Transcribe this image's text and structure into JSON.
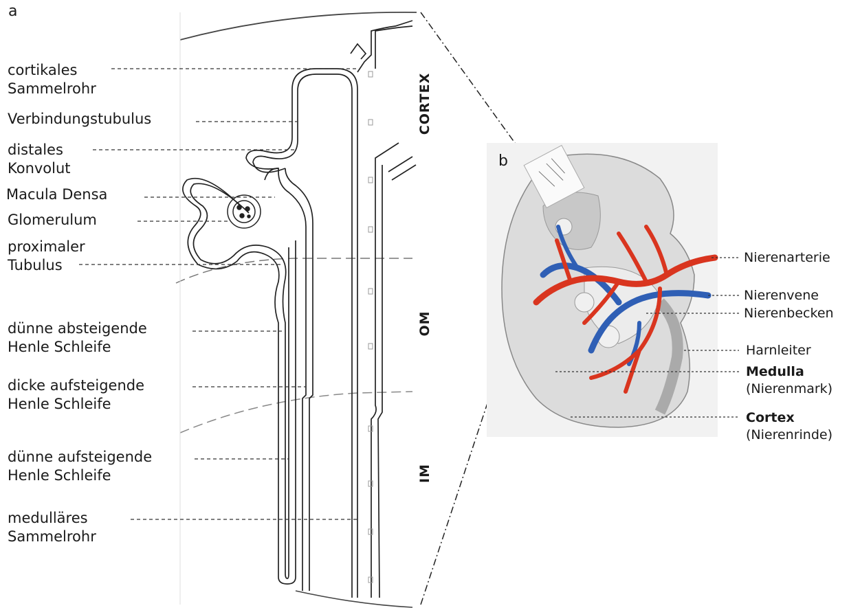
{
  "panel_a": {
    "letter": "a",
    "labels": [
      {
        "lines": [
          "cortikales",
          "Sammelrohr"
        ]
      },
      {
        "lines": [
          "Verbindungstubulus"
        ]
      },
      {
        "lines": [
          "distales",
          "Konvolut"
        ]
      },
      {
        "lines": [
          "Macula Densa"
        ]
      },
      {
        "lines": [
          "Glomerulum"
        ]
      },
      {
        "lines": [
          "proximaler",
          "Tubulus"
        ]
      },
      {
        "lines": [
          "dünne absteigende",
          "Henle Schleife"
        ]
      },
      {
        "lines": [
          "dicke aufsteigende",
          "Henle Schleife"
        ]
      },
      {
        "lines": [
          "dünne aufsteigende",
          "Henle Schleife"
        ]
      },
      {
        "lines": [
          "medulläres",
          "Sammelrohr"
        ]
      }
    ],
    "zones": [
      "CORTEX",
      "OM",
      "IM"
    ]
  },
  "panel_b": {
    "letter": "b",
    "labels": {
      "nierenarterie": "Nierenarterie",
      "nierenvene": "Nierenvene",
      "nierenbecken": "Nierenbecken",
      "harnleiter": "Harnleiter",
      "medulla": "Medulla",
      "medulla_sub": "(Nierenmark)",
      "cortex": "Cortex",
      "cortex_sub": "(Nierenrinde)"
    }
  },
  "colors": {
    "artery": "#d9351f",
    "vein": "#2f5fb5",
    "kidney_bg": "#e4e4e4",
    "line": "#333333"
  }
}
